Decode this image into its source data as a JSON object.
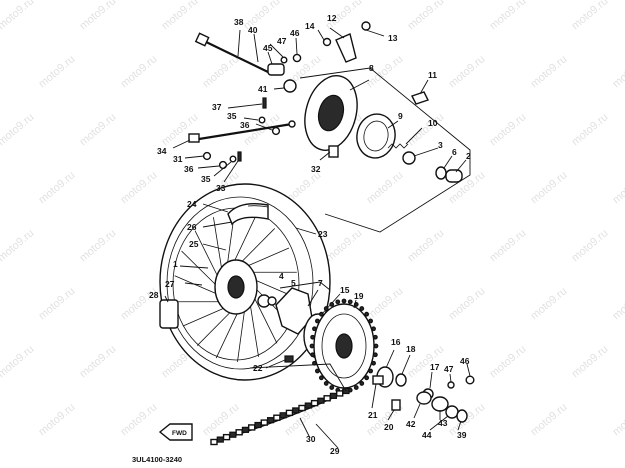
{
  "diagram_code": "3UL4100-3240",
  "fwd_label": "FWD",
  "watermark_text": "moto9.ru",
  "callouts": [
    "1",
    "2",
    "3",
    "4",
    "5",
    "6",
    "7",
    "8",
    "9",
    "10",
    "11",
    "12",
    "13",
    "14",
    "15",
    "16",
    "17",
    "18",
    "19",
    "20",
    "21",
    "22",
    "23",
    "24",
    "25",
    "26",
    "27",
    "28",
    "29",
    "30",
    "31",
    "32",
    "33",
    "34",
    "35",
    "36",
    "37",
    "38",
    "39",
    "40",
    "41",
    "42",
    "43",
    "44",
    "45",
    "46",
    "46",
    "47",
    "47"
  ]
}
